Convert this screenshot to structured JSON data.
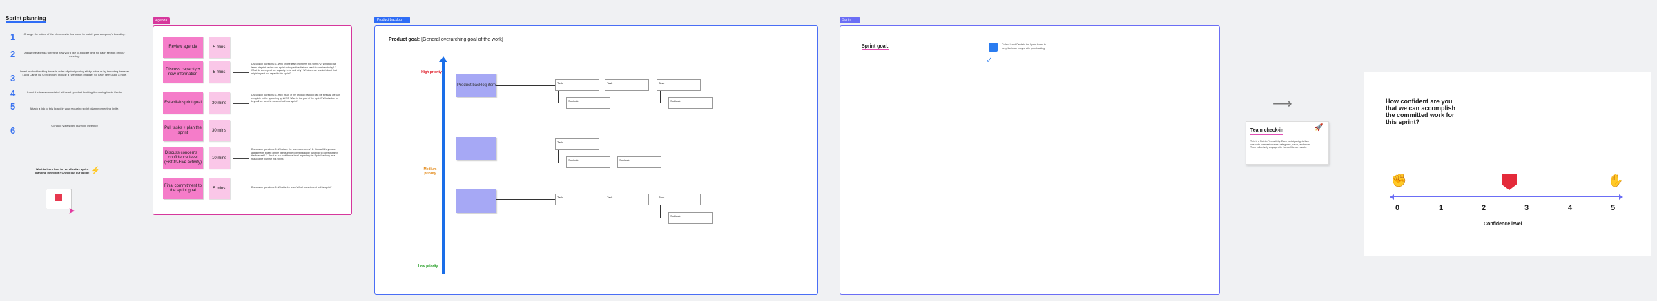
{
  "sprint_planning": {
    "title": "Sprint planning",
    "steps": [
      {
        "num": "1",
        "text": "Change the colors of the elements in this board to match your company's branding."
      },
      {
        "num": "2",
        "text": "Adjust the agenda to reflect how you'd like to allocate time for each section of your meeting."
      },
      {
        "num": "3",
        "text": "Insert product backlog items in order of priority using sticky notes or by importing items as Lucid Cards via CSV import. Include a \"Definition of done\" for each item using a note."
      },
      {
        "num": "4",
        "text": "Insert the tasks associated with each product backlog item using Lucid Cards."
      },
      {
        "num": "5",
        "text": "Attach a link to this board in your recurring sprint planning meeting invite."
      },
      {
        "num": "6",
        "text": "Conduct your sprint planning meeting!"
      }
    ],
    "learn_more": "Want to learn how to run effective sprint planning meetings? Check out our guide!"
  },
  "agenda": {
    "tag": "Agenda",
    "rows": [
      {
        "item": "Review agenda",
        "duration": "5 mins",
        "note": ""
      },
      {
        "item": "Discuss capacity + new information",
        "duration": "5 mins",
        "note": "Discussion questions: 1. Who on the team members this sprint? 2. What did we learn at sprint review and sprint retrospective that we need to consider today? 3. What do we expect our capacity to be and why? What are we worried about that might impact our capacity this sprint?"
      },
      {
        "item": "Establish sprint goal",
        "duration": "30 mins",
        "note": "Discussion questions: 1. How much of the product backlog can we forecast we can complete in the upcoming sprint? 2. What is the goal of the sprint? What value or key will we need to succeed with our sprint?"
      },
      {
        "item": "Pull tasks + plan the sprint",
        "duration": "30 mins",
        "note": ""
      },
      {
        "item": "Discuss concerns + confidence level (Fist-to-Five activity)",
        "duration": "10 mins",
        "note": "Discussion questions: 1. What are the team's concerns? 2. How will they make adjustments based on the needs in the Sprint backlog? Anything to correct with in the forecast? 3. What is our confidence level regarding the Sprint backlog as a reasonable plan for this sprint?"
      },
      {
        "item": "Final commitment to the sprint goal",
        "duration": "5 mins",
        "note": "Discussion questions: 1. What is the team's final commitment to this sprint?"
      }
    ]
  },
  "backlog": {
    "tag": "Product backlog",
    "goal_label": "Product goal:",
    "goal_text": "[General overarching goal of the work]",
    "high": "High priority",
    "medium": "Medium priority",
    "low": "Low priority",
    "card_label": "Product backlog item",
    "task": "Task",
    "subtask": "Subtask"
  },
  "sprint": {
    "tag": "Sprint",
    "goal": "Sprint goal:",
    "note": "Collect Lucid Cards to the Sprint board to keep the team in sync with your backlog."
  },
  "checkin": {
    "title": "Team check-in",
    "text": "This is a Fist-to-Five activity. Each participant gets their own vote to reveal shapes, categories, cards, and more. Then collectively engage with the confidence results."
  },
  "confidence": {
    "question": "How confident are you that we can accomplish the committed work for this sprint?",
    "scale": [
      "0",
      "1",
      "2",
      "3",
      "4",
      "5"
    ],
    "label": "Confidence level",
    "marker_value": 2.5
  },
  "colors": {
    "accent": "#2f6df6",
    "agenda": "#d6379c",
    "sticky": "#f57cc9",
    "backlog_card": "#a6a8f5",
    "marker": "#e42a3a"
  }
}
